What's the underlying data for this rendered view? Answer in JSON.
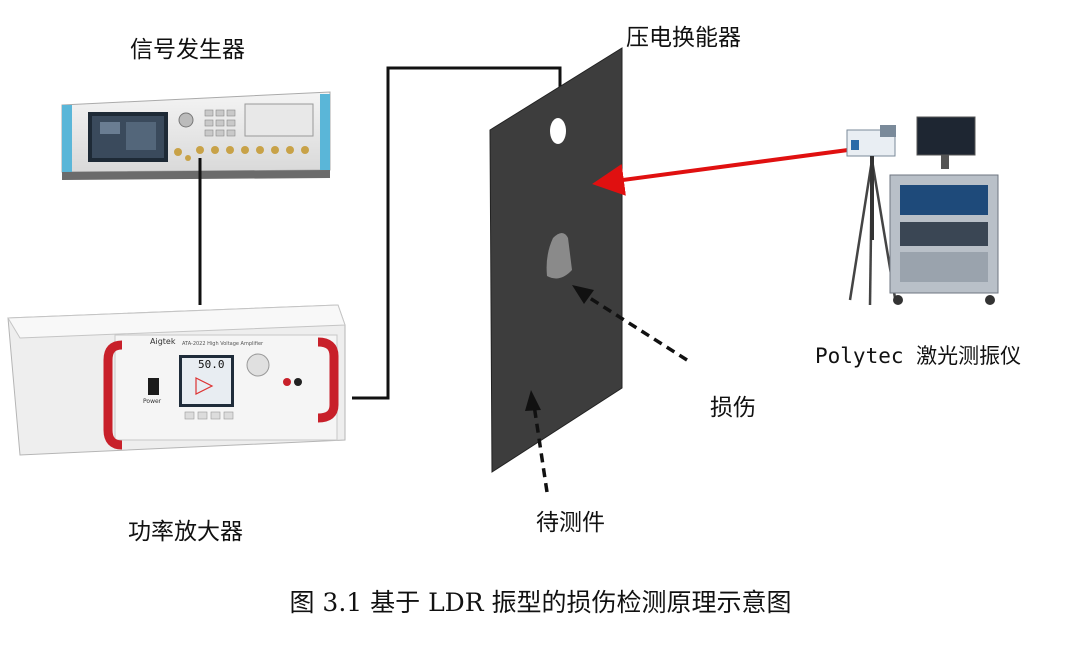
{
  "labels": {
    "signal_generator": "信号发生器",
    "power_amplifier": "功率放大器",
    "transducer": "压电换能器",
    "damage": "损伤",
    "specimen": "待测件",
    "vibrometer": "Polytec 激光测振仪"
  },
  "amplifier_screen": {
    "brand": "Aigtek",
    "model": "ATA-2022 High Voltage Amplifier",
    "reading": "50.0",
    "power_label": "Power"
  },
  "caption": "图 3.1 基于 LDR 振型的损伤检测原理示意图",
  "colors": {
    "laser_beam": "#e01010",
    "specimen_plate": "#3d3d3d",
    "damage_patch": "#8a8a8a",
    "amplifier_handle": "#c8202a"
  }
}
